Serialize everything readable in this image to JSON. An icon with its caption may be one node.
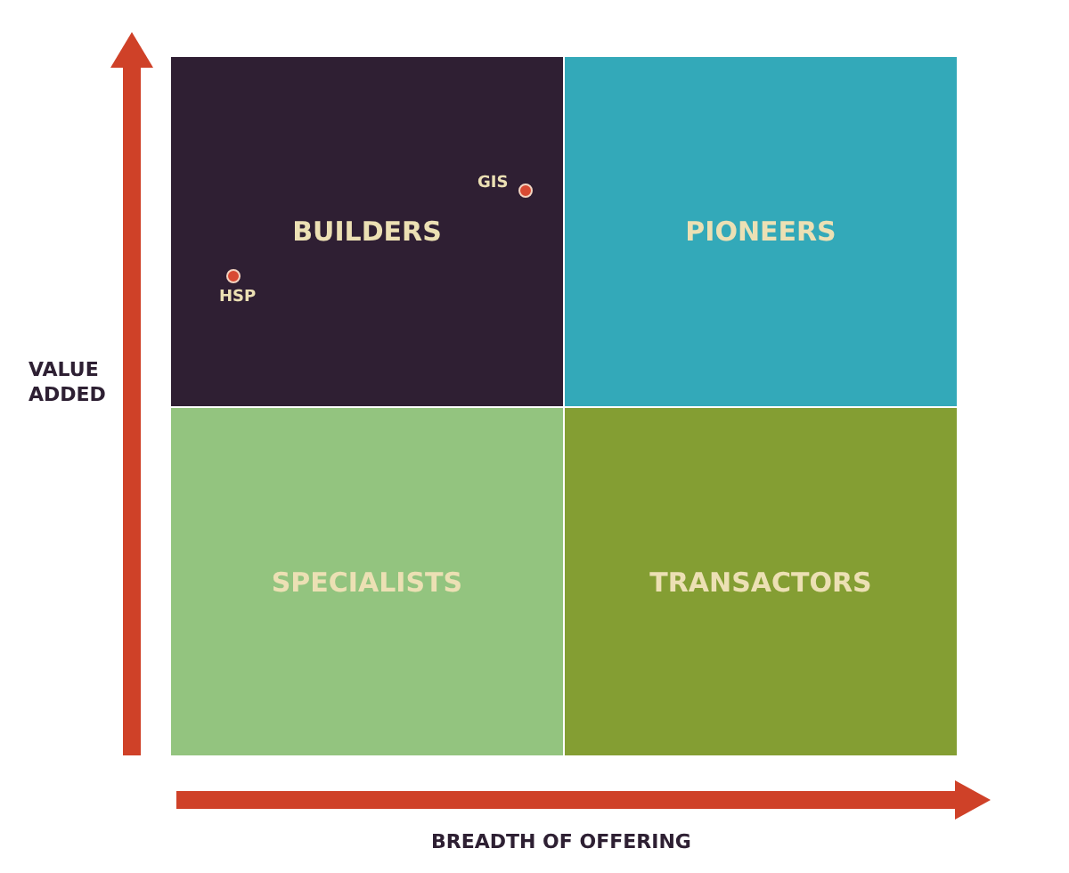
{
  "diagram": {
    "nodes": [
      {
        "text": [
          "BUILDERS"
        ]
      },
      {
        "text": [
          "PIONEERS"
        ]
      },
      {
        "text": [
          "SPECIALISTS"
        ]
      },
      {
        "text": [
          "TRANSACTORS"
        ]
      }
    ],
    "labels": [
      "GIS",
      "HSP",
      "VALUE ADDED",
      "BREADTH OF OFFERING"
    ]
  }
}
